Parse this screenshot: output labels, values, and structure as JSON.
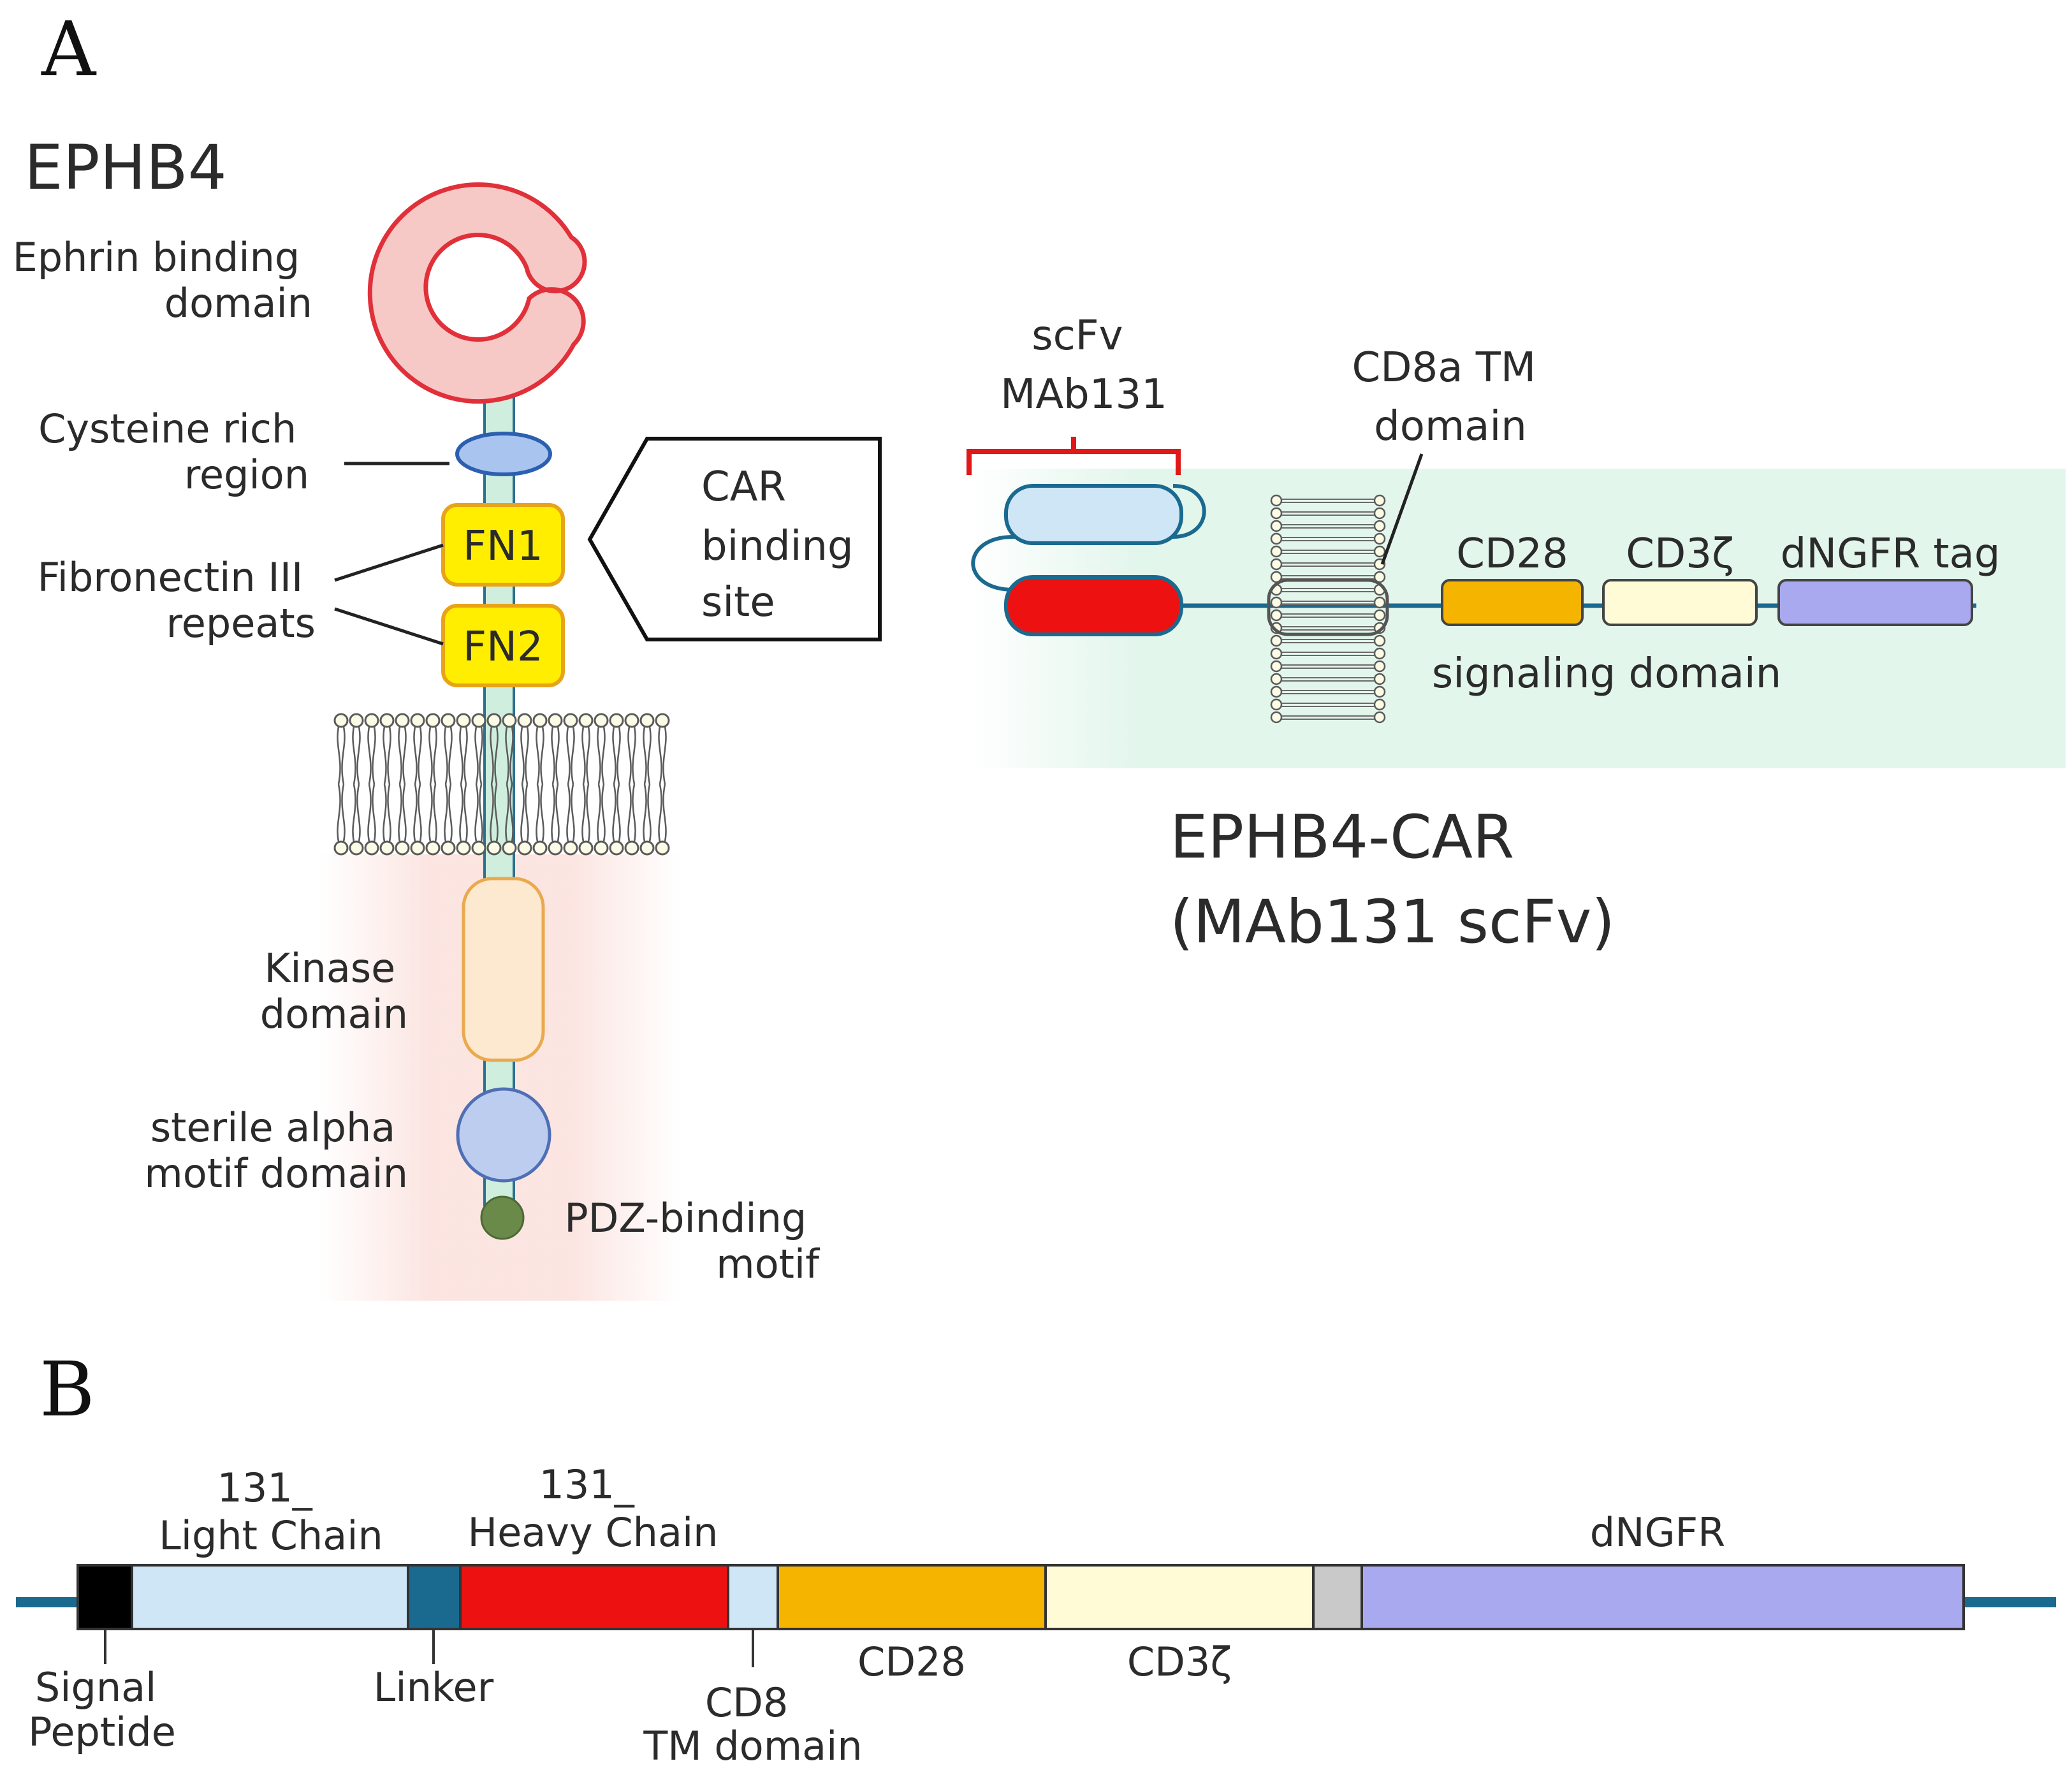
{
  "panels": {
    "a_letter": "A",
    "b_letter": "B"
  },
  "receptor": {
    "title": "EPHB4",
    "ephrin_binding_domain": [
      "Ephrin binding",
      "domain"
    ],
    "cysteine_rich_region": [
      "Cysteine rich",
      "region"
    ],
    "fibronectin_repeats": [
      "Fibronectin III",
      "repeats"
    ],
    "fn1": "FN1",
    "fn2": "FN2",
    "car_binding_site": [
      "CAR",
      "binding",
      "site"
    ],
    "kinase_domain": [
      "Kinase",
      "domain"
    ],
    "sam_domain": [
      "sterile alpha",
      "motif domain"
    ],
    "pdz_binding_motif": [
      "PDZ-binding",
      "motif"
    ]
  },
  "car": {
    "scfv_label": [
      "scFv",
      "MAb131"
    ],
    "cd8a_tm_label": [
      "CD8a TM",
      "domain"
    ],
    "cd28": "CD28",
    "cd3z": "CD3ζ",
    "dngfr_tag": "dNGFR tag",
    "signaling_domain": "signaling domain",
    "title": [
      "EPHB4-CAR",
      "(MAb131 scFv)"
    ]
  },
  "construct": {
    "light_chain": [
      "131_",
      "Light Chain"
    ],
    "heavy_chain": [
      "131_",
      "Heavy Chain"
    ],
    "dngfr": "dNGFR",
    "signal_peptide": [
      "Signal",
      "Peptide"
    ],
    "linker": "Linker",
    "cd8_tm": [
      "CD8",
      "TM domain"
    ],
    "cd28": "CD28",
    "cd3z": "CD3ζ"
  },
  "colors": {
    "ephrin": "#f6c9c6",
    "ephrin_stroke": "#e0303a",
    "cysteine": "#a9c5ef",
    "fn_fill": "#ffee00",
    "fn_stroke": "#e8a317",
    "kinase": "#fde8d0",
    "sam": "#bccdf0",
    "pdz": "#6a8a4a",
    "light_chain": "#cfe6f7",
    "heavy_chain": "#ee1111",
    "linker": "#1a6a90",
    "cd28": "#f5b400",
    "cd3z": "#fffbd6",
    "spacer": "#c9c9c9",
    "dngfr": "#a9a9ef",
    "backbone": "#1a6a90"
  }
}
